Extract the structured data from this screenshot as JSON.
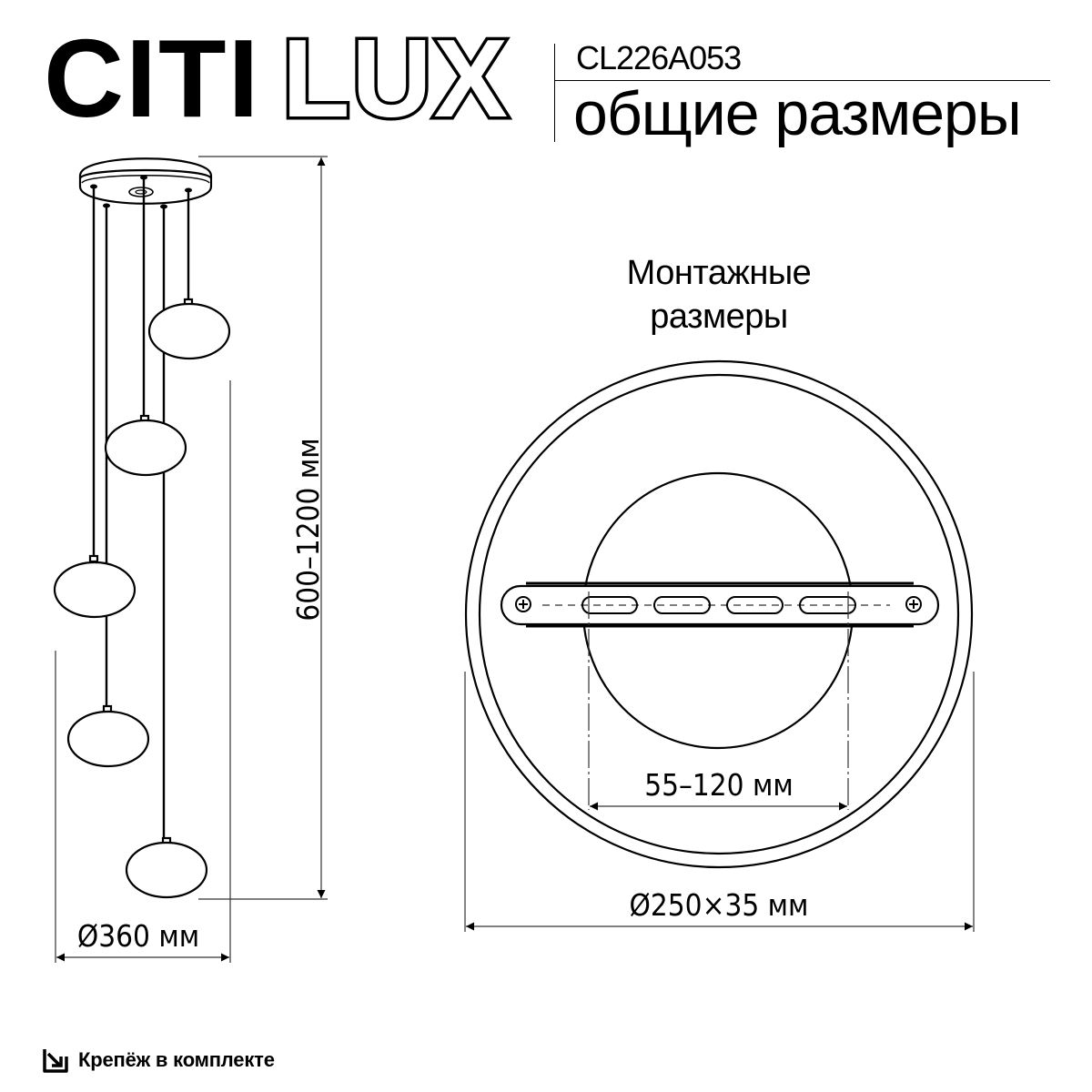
{
  "header": {
    "brand_solid": "CITI",
    "brand_outline": "LUX",
    "model": "CL226A053",
    "subtitle": "общие размеры"
  },
  "side_view": {
    "height_dimension": "600–1200 мм",
    "diameter_dimension": "Ø360 мм",
    "pendant_count": 5
  },
  "mount_view": {
    "title_line1": "Монтажные",
    "title_line2": "размеры",
    "bracket_range": "55–120 мм",
    "canopy_dimension": "Ø250×35 мм"
  },
  "footer": {
    "icon": "mounting-kit-icon",
    "text": "Крепёж в комплекте"
  },
  "colors": {
    "line": "#000000",
    "background": "#ffffff",
    "dim_line": "#333333"
  }
}
